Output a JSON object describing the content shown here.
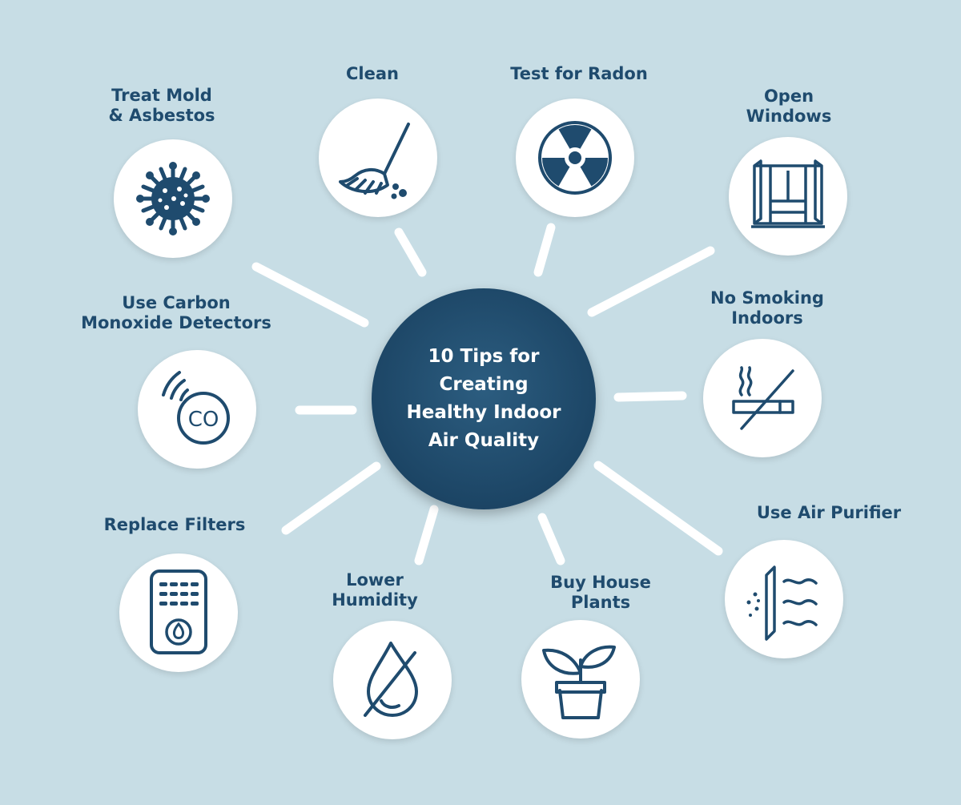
{
  "center": {
    "lines": [
      "10  Tips for",
      "Creating",
      "Healthy Indoor",
      "Air Quality"
    ]
  },
  "tips": [
    {
      "id": "treat-mold-asbestos",
      "label_lines": [
        "Treat Mold",
        "& Asbestos"
      ],
      "icon": "virus-icon"
    },
    {
      "id": "clean",
      "label_lines": [
        "Clean"
      ],
      "icon": "broom-icon"
    },
    {
      "id": "test-for-radon",
      "label_lines": [
        "Test for Radon"
      ],
      "icon": "radiation-icon"
    },
    {
      "id": "open-windows",
      "label_lines": [
        "Open",
        "Windows"
      ],
      "icon": "window-icon"
    },
    {
      "id": "carbon-monoxide-detectors",
      "label_lines": [
        "Use Carbon",
        "Monoxide Detectors"
      ],
      "icon": "co-detector-icon"
    },
    {
      "id": "no-smoking-indoors",
      "label_lines": [
        "No Smoking",
        "Indoors"
      ],
      "icon": "no-smoking-icon"
    },
    {
      "id": "replace-filters",
      "label_lines": [
        "Replace Filters"
      ],
      "icon": "thermostat-icon"
    },
    {
      "id": "lower-humidity",
      "label_lines": [
        "Lower",
        "Humidity"
      ],
      "icon": "no-droplet-icon"
    },
    {
      "id": "buy-house-plants",
      "label_lines": [
        "Buy House",
        "Plants"
      ],
      "icon": "potted-plant-icon"
    },
    {
      "id": "use-air-purifier",
      "label_lines": [
        "Use Air Purifier"
      ],
      "icon": "air-purifier-icon"
    }
  ],
  "colors": {
    "background": "#c7dde5",
    "navy": "#1f4b6e",
    "center": "#1c4565",
    "ray": "#ffffff"
  }
}
